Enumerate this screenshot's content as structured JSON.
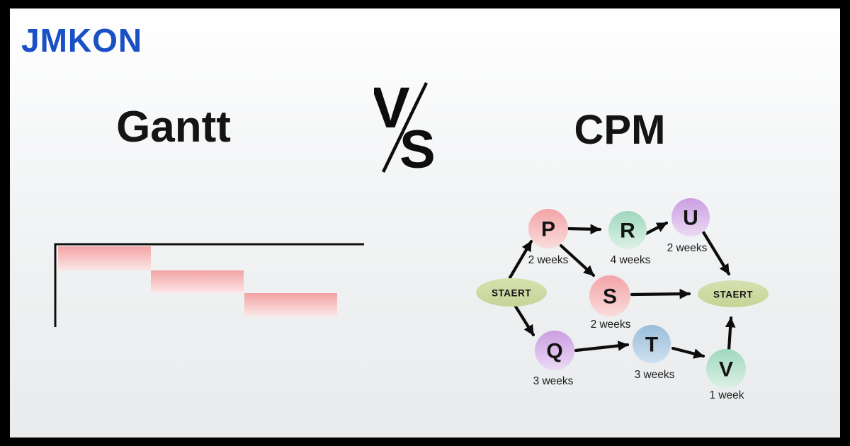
{
  "logo": {
    "text": "JMKON",
    "color": "#1a50c6"
  },
  "header": {
    "left_title": "Gantt",
    "right_title": "CPM",
    "vs_mark": {
      "v": "V",
      "s": "S"
    }
  },
  "gantt_diagram": {
    "bar_color_top": "#f3a3a3",
    "bar_color_bottom": "#fbe7e7",
    "axis_color": "#0f0f0f",
    "bars": [
      {
        "order": 1
      },
      {
        "order": 2
      },
      {
        "order": 3
      }
    ]
  },
  "cpm_diagram": {
    "start_label": "STAERT",
    "end_label": "STAERT",
    "ellipse_color": "#ccd8a0",
    "nodes": [
      {
        "id": "P",
        "duration": "2 weeks",
        "color": "#f3a6a9"
      },
      {
        "id": "R",
        "duration": "4 weeks",
        "color": "#a9dcc4"
      },
      {
        "id": "U",
        "duration": "2 weeks",
        "color": "#cda3e4"
      },
      {
        "id": "S",
        "duration": "2 weeks",
        "color": "#f3a6a9"
      },
      {
        "id": "Q",
        "duration": "3 weeks",
        "color": "#cda3e4"
      },
      {
        "id": "T",
        "duration": "3 weeks",
        "color": "#a5c3dd"
      },
      {
        "id": "V",
        "duration": "1 week",
        "color": "#9ed9bd"
      }
    ],
    "edges": [
      {
        "from": "START",
        "to": "P"
      },
      {
        "from": "P",
        "to": "R"
      },
      {
        "from": "P",
        "to": "S"
      },
      {
        "from": "R",
        "to": "U"
      },
      {
        "from": "U",
        "to": "END"
      },
      {
        "from": "S",
        "to": "END"
      },
      {
        "from": "START",
        "to": "Q"
      },
      {
        "from": "Q",
        "to": "T"
      },
      {
        "from": "T",
        "to": "V"
      },
      {
        "from": "V",
        "to": "END"
      }
    ]
  }
}
